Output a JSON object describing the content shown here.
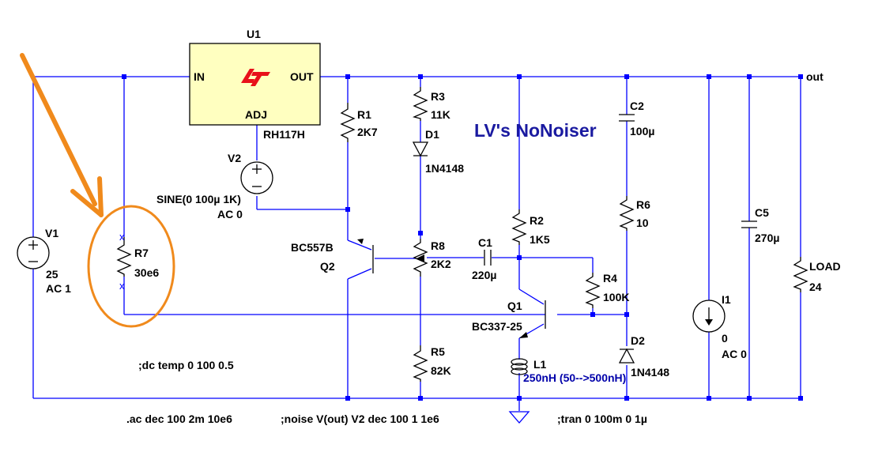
{
  "title": "LV's NoNoiser",
  "regulator": {
    "ref": "U1",
    "in": "IN",
    "out": "OUT",
    "adj": "ADJ",
    "part": "RH117H"
  },
  "net_label": "out",
  "components": {
    "V1": {
      "ref": "V1",
      "value": "25",
      "ac": "AC 1"
    },
    "V2": {
      "ref": "V2",
      "value": "SINE(0 100µ 1K)",
      "ac": "AC 0"
    },
    "R1": {
      "ref": "R1",
      "value": "2K7"
    },
    "R2": {
      "ref": "R2",
      "value": "1K5"
    },
    "R3": {
      "ref": "R3",
      "value": "11K"
    },
    "R4": {
      "ref": "R4",
      "value": "100K"
    },
    "R5": {
      "ref": "R5",
      "value": "82K"
    },
    "R6": {
      "ref": "R6",
      "value": "10"
    },
    "R7": {
      "ref": "R7",
      "value": "30e6"
    },
    "R8": {
      "ref": "R8",
      "value": "2K2"
    },
    "C1": {
      "ref": "C1",
      "value": "220µ"
    },
    "C2": {
      "ref": "C2",
      "value": "100µ"
    },
    "C5": {
      "ref": "C5",
      "value": "270µ"
    },
    "D1": {
      "ref": "D1",
      "value": "1N4148"
    },
    "D2": {
      "ref": "D2",
      "value": "1N4148"
    },
    "Q1": {
      "ref": "Q1",
      "value": "BC337-25"
    },
    "Q2": {
      "ref": "Q2",
      "value": "BC557B"
    },
    "L1": {
      "ref": "L1",
      "value": "250nH (50-->500nH)"
    },
    "I1": {
      "ref": "I1",
      "value": "0",
      "ac": "AC 0"
    },
    "LOAD": {
      "ref": "LOAD",
      "value": "24"
    }
  },
  "directives": {
    "dc": ";dc temp 0 100 0.5",
    "ac": ".ac dec 100 2m 10e6",
    "noise": ";noise V(out) V2 dec 100 1 1e6",
    "tran": ";tran 0 100m 0 1µ"
  },
  "colors": {
    "wire": "#0000ff",
    "annotation": "#f08a1c",
    "regulator_fill": "#ffffc0",
    "logo": "#e8101a"
  }
}
